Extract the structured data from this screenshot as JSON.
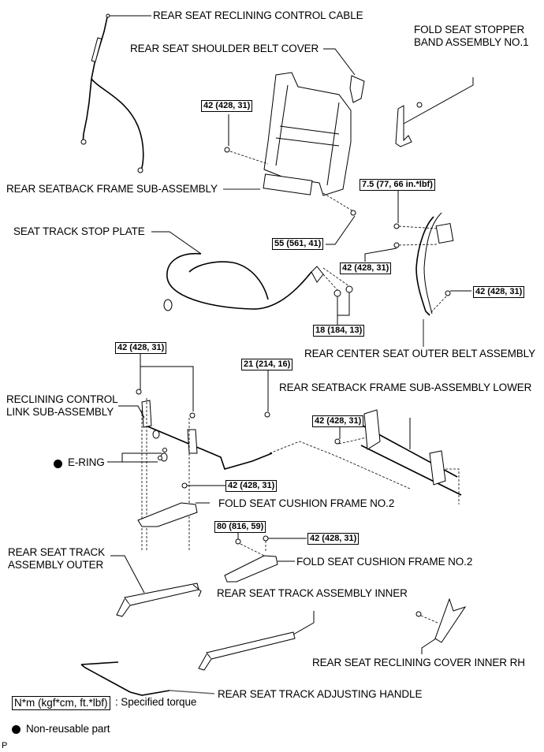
{
  "diagram": {
    "type": "exploded-parts-diagram",
    "parts": [
      {
        "id": "rear_seat_reclining_control_cable",
        "label": "REAR SEAT RECLINING CONTROL CABLE"
      },
      {
        "id": "rear_seat_shoulder_belt_cover",
        "label": "REAR SEAT SHOULDER BELT COVER"
      },
      {
        "id": "fold_seat_stopper_band",
        "label_line1": "FOLD SEAT STOPPER",
        "label_line2": "BAND ASSEMBLY NO.1"
      },
      {
        "id": "rear_seatback_frame_sub_assembly",
        "label": "REAR SEATBACK FRAME SUB-ASSEMBLY"
      },
      {
        "id": "seat_track_stop_plate",
        "label": "SEAT TRACK STOP PLATE"
      },
      {
        "id": "rear_center_seat_outer_belt",
        "label": "REAR CENTER SEAT OUTER BELT ASSEMBLY"
      },
      {
        "id": "rear_seatback_frame_lower",
        "label": "REAR SEATBACK FRAME SUB-ASSEMBLY LOWER"
      },
      {
        "id": "reclining_control_link",
        "label_line1": "RECLINING CONTROL",
        "label_line2": "LINK SUB-ASSEMBLY"
      },
      {
        "id": "e_ring",
        "label": "E-RING",
        "non_reusable": true
      },
      {
        "id": "fold_seat_cushion_frame_no2_a",
        "label": "FOLD SEAT CUSHION FRAME NO.2"
      },
      {
        "id": "fold_seat_cushion_frame_no2_b",
        "label": "FOLD SEAT CUSHION FRAME NO.2"
      },
      {
        "id": "rear_seat_track_outer",
        "label_line1": "REAR SEAT TRACK",
        "label_line2": "ASSEMBLY OUTER"
      },
      {
        "id": "rear_seat_track_inner",
        "label": "REAR SEAT TRACK ASSEMBLY INNER"
      },
      {
        "id": "rear_seat_reclining_cover_inner_rh",
        "label": "REAR SEAT RECLINING COVER INNER RH"
      },
      {
        "id": "rear_seat_track_adjusting_handle",
        "label": "REAR SEAT TRACK ADJUSTING HANDLE"
      }
    ],
    "torques": {
      "seatback_bolt_left": "42 (428, 31)",
      "seatback_bolt_right": "55 (561, 41)",
      "belt_upper_bolt": "7.5 (77, 66 in.*lbf)",
      "belt_nut": "42 (428, 31)",
      "belt_lower_bolt": "42 (428, 31)",
      "stop_plate_nuts": "18 (184, 13)",
      "link_nuts": "42 (428, 31)",
      "link_bolt": "21 (214, 16)",
      "lower_frame_bolt": "42 (428, 31)",
      "cushion_frame_nut_a": "42 (428, 31)",
      "cushion_frame_bolt_b": "80 (816, 59)",
      "cushion_frame_nut_b": "42 (428, 31)"
    },
    "legend": {
      "torque_unit": "N*m (kgf*cm, ft.*lbf)",
      "torque_desc": ": Specified torque",
      "non_reusable": "Non-reusable part"
    },
    "corner_mark": "P"
  }
}
